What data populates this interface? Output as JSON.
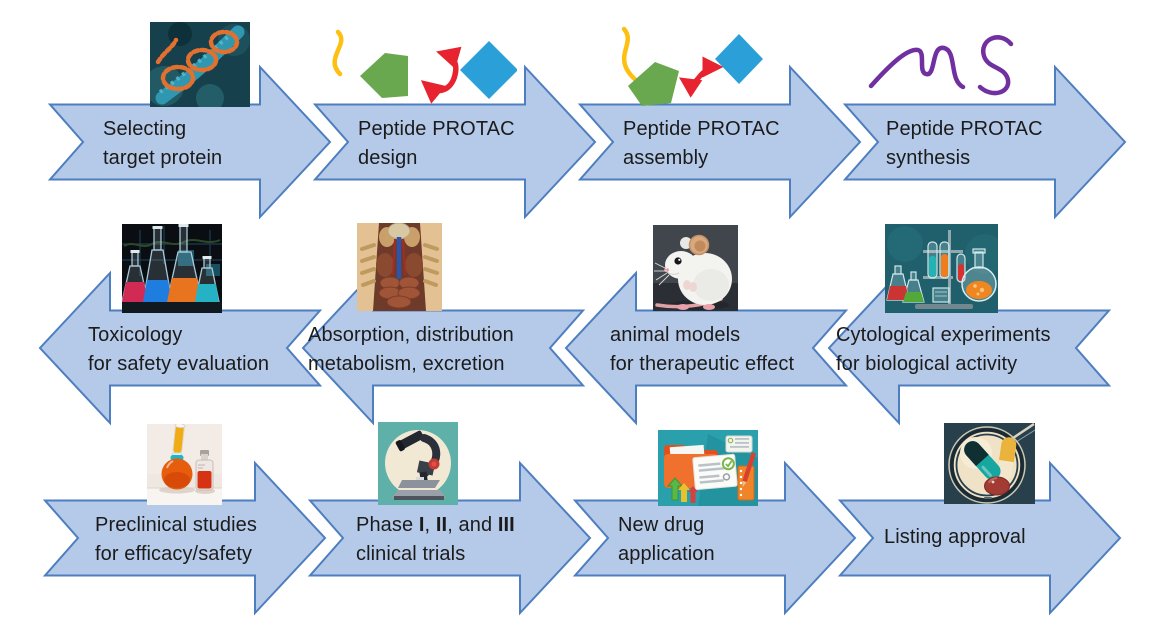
{
  "figure": {
    "background_color": "#ffffff",
    "arrow_fill": "#b5c9e8",
    "arrow_border": "#4d7ebf",
    "text_color": "#1b1b1b",
    "icon_colors": {
      "peptide_yellow": "#fdc012",
      "warhead_green": "#6aa84f",
      "linker_arrow_red": "#e82330",
      "ligand_blue": "#2ba0d8",
      "synthesis_purple": "#7030a0"
    },
    "rows": [
      {
        "direction": "right",
        "steps": [
          {
            "icon": "protein-structure-image",
            "line1": "Selecting",
            "line2": "target protein"
          },
          {
            "icon": "protac-design-icon",
            "line1": "Peptide PROTAC",
            "line2": "design"
          },
          {
            "icon": "protac-assembly-icon",
            "line1": "Peptide PROTAC",
            "line2": "assembly"
          },
          {
            "icon": "peptide-chain-icon",
            "line1": "Peptide PROTAC",
            "line2": "synthesis"
          }
        ]
      },
      {
        "direction": "left",
        "steps": [
          {
            "icon": "lab-flasks-image",
            "line1": "Toxicology",
            "line2": "for safety evaluation"
          },
          {
            "icon": "human-anatomy-image",
            "line1": "Absorption, distribution",
            "line2": "metabolism, excretion"
          },
          {
            "icon": "lab-mouse-image",
            "line1": "animal models",
            "line2": "for therapeutic effect"
          },
          {
            "icon": "cytology-flasks-image",
            "line1": "Cytological experiments",
            "line2": "for biological activity"
          }
        ]
      },
      {
        "direction": "right",
        "steps": [
          {
            "icon": "preclinical-flasks-image",
            "line1": "Preclinical studies",
            "line2": "for efficacy/safety"
          },
          {
            "icon": "microscope-image",
            "line1": "Phase I, II, and III",
            "line1_parts": [
              {
                "t": "Phase ",
                "b": false
              },
              {
                "t": "I",
                "b": true
              },
              {
                "t": ", ",
                "b": false
              },
              {
                "t": "II",
                "b": true
              },
              {
                "t": ", and ",
                "b": false
              },
              {
                "t": "III",
                "b": true
              }
            ],
            "line2": "clinical trials"
          },
          {
            "icon": "new-drug-application-image",
            "line1": "New drug",
            "line2": "application"
          },
          {
            "icon": "drug-approval-image",
            "line1": "Listing approval",
            "line2": ""
          }
        ]
      }
    ]
  }
}
